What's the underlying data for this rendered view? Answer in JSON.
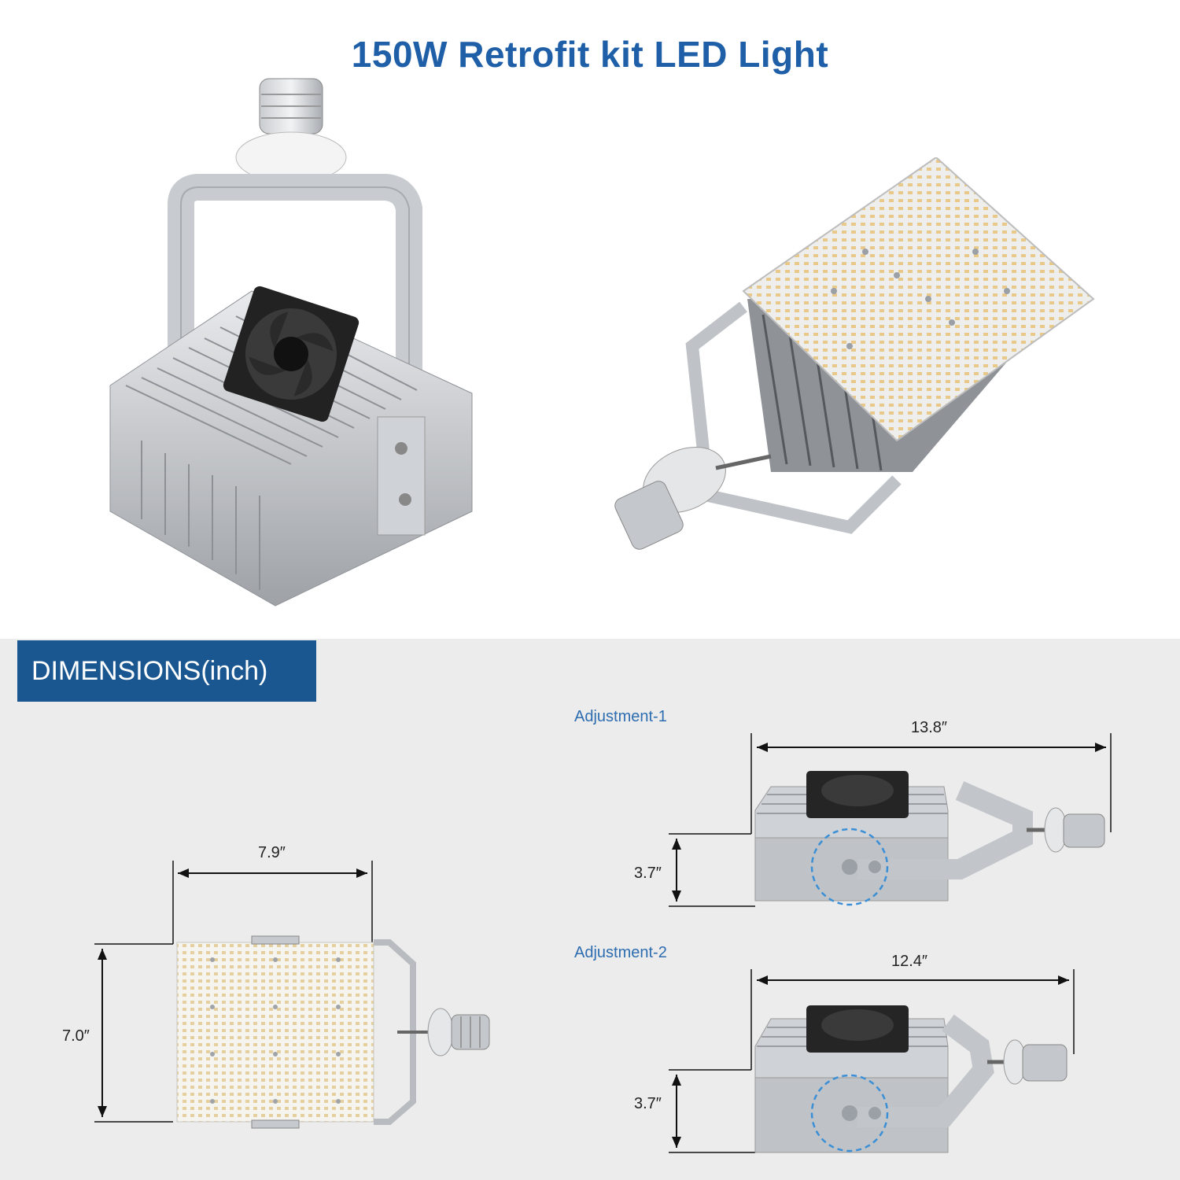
{
  "header": {
    "title": "150W Retrofit kit LED Light"
  },
  "dimensions_section": {
    "banner": "DIMENSIONS(inch)",
    "front_view": {
      "width": "7.9″",
      "height": "7.0″"
    },
    "adjustment_1": {
      "label": "Adjustment-1",
      "length": "13.8″",
      "height": "3.7″"
    },
    "adjustment_2": {
      "label": "Adjustment-2",
      "length": "12.4″",
      "height": "3.7″"
    }
  },
  "colors": {
    "title": "#1f5fa8",
    "banner": "#1a5791",
    "adjust_label": "#2d6db0",
    "panel_bg": "#ececec"
  }
}
